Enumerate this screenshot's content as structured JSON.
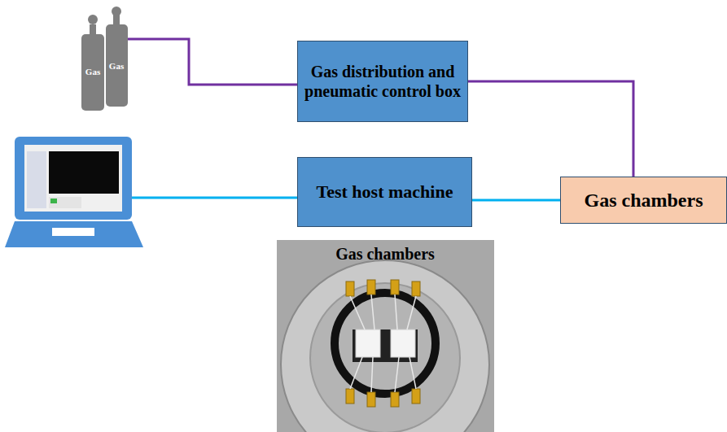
{
  "diagram": {
    "nodes": [
      {
        "text": [
          "Gas distribution and pneumatic control box"
        ]
      },
      {
        "text": [
          "Test host machine"
        ]
      },
      {
        "text": [
          "Gas chambers"
        ]
      }
    ],
    "edges": [
      {
        "from": 0,
        "to": 2,
        "arrow": "none"
      },
      {
        "from": 1,
        "to": 2,
        "arrow": "none"
      }
    ],
    "labels": [
      "Gas",
      "Gas",
      "Gas chambers"
    ]
  }
}
